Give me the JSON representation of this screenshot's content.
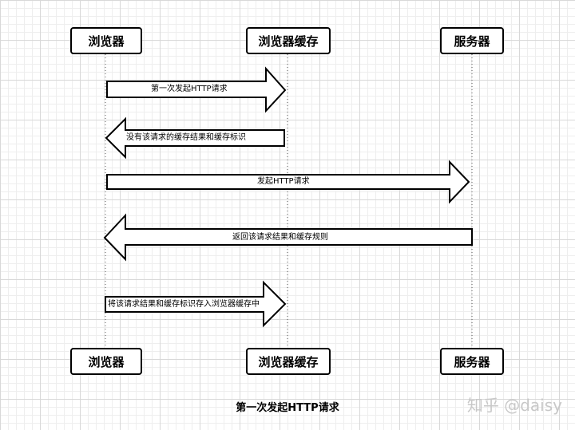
{
  "participants": {
    "browser": "浏览器",
    "cache": "浏览器缓存",
    "server": "服务器"
  },
  "messages": [
    {
      "id": "m1",
      "label": "第一次发起HTTP请求",
      "from": "browser",
      "to": "cache"
    },
    {
      "id": "m2",
      "label": "没有该请求的缓存结果和缓存标识",
      "from": "cache",
      "to": "browser"
    },
    {
      "id": "m3",
      "label": "发起HTTP请求",
      "from": "browser",
      "to": "server"
    },
    {
      "id": "m4",
      "label": "返回该请求结果和缓存规则",
      "from": "server",
      "to": "browser"
    },
    {
      "id": "m5",
      "label": "将该请求结果和缓存标识存入浏览器缓存中",
      "from": "browser",
      "to": "cache"
    }
  ],
  "caption": "第一次发起HTTP请求",
  "watermark": "知乎 @daisy"
}
